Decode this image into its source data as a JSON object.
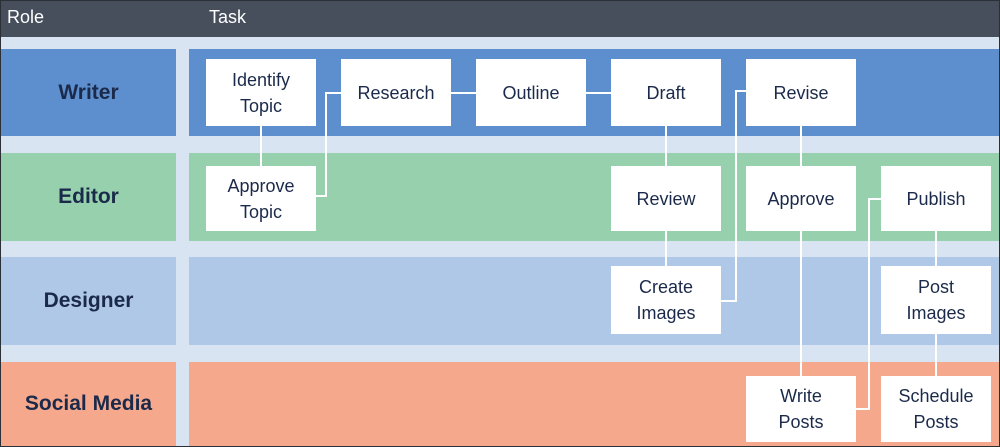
{
  "header": {
    "role_label": "Role",
    "task_label": "Task"
  },
  "lanes": [
    {
      "label": "Writer",
      "color": "#5d8fce"
    },
    {
      "label": "Editor",
      "color": "#96d0ad"
    },
    {
      "label": "Designer",
      "color": "#afc8e8"
    },
    {
      "label": "Social Media",
      "color": "#f6a88d"
    }
  ],
  "tasks": {
    "identify_topic": "Identify\nTopic",
    "research": "Research",
    "outline": "Outline",
    "draft": "Draft",
    "revise": "Revise",
    "approve_topic": "Approve\nTopic",
    "review": "Review",
    "approve": "Approve",
    "publish": "Publish",
    "create_images": "Create\nImages",
    "post_images": "Post\nImages",
    "write_posts": "Write\nPosts",
    "schedule_posts": "Schedule\nPosts"
  },
  "colors": {
    "connector": "#ffffff",
    "task_text": "#1b2a4a",
    "header": "#474f5d"
  }
}
